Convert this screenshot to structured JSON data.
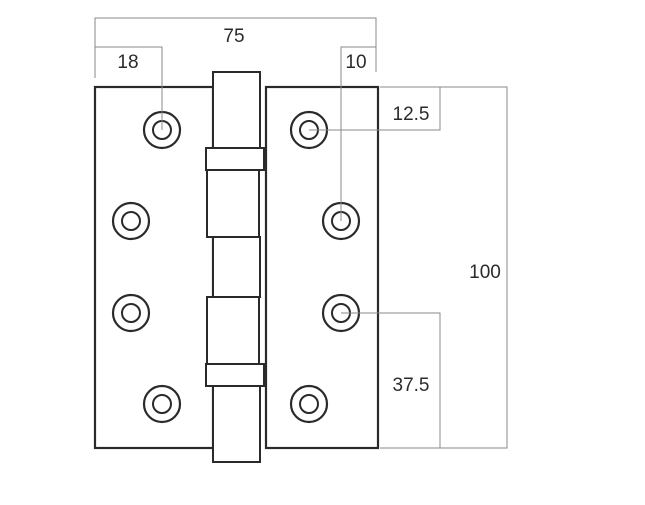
{
  "dimensions": {
    "overall_width": "75",
    "left_hole_offset": "18",
    "right_hole_offset": "10",
    "top_hole_offset": "12.5",
    "height": "100",
    "hole_spacing": "37.5"
  },
  "colors": {
    "line": "#2a2a2a",
    "dimension_line": "#8a8a8a",
    "text": "#2b2b2b"
  }
}
